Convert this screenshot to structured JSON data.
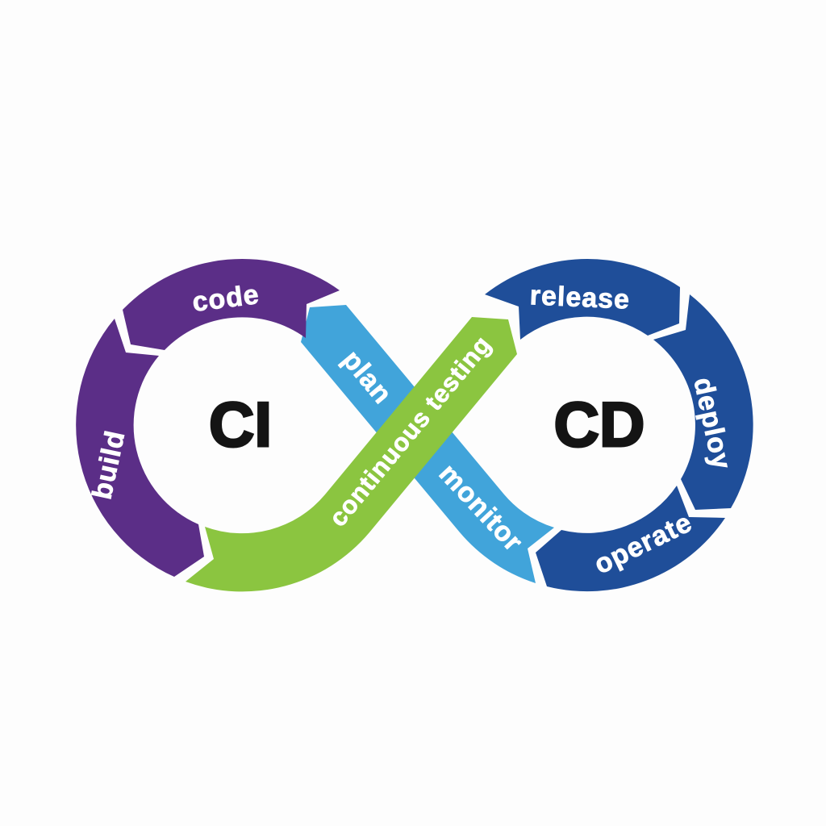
{
  "diagram": {
    "type": "cicd-infinity-loop",
    "left_loop": {
      "title": "CI",
      "segments": [
        "code",
        "build"
      ]
    },
    "right_loop": {
      "title": "CD",
      "segments": [
        "release",
        "deploy",
        "operate"
      ]
    },
    "labels": {
      "code": "code",
      "build": "build",
      "plan": "plan",
      "continuous_testing": "continuous testing",
      "monitor": "monitor",
      "release": "release",
      "deploy": "deploy",
      "operate": "operate"
    },
    "flow_order": [
      "plan",
      "code",
      "build",
      "continuous testing",
      "release",
      "deploy",
      "operate",
      "monitor"
    ],
    "colors": {
      "purple": "#5B2E87",
      "dark_blue": "#1F4E99",
      "light_blue": "#41A4DA",
      "green": "#8BC540",
      "background": "#FDFDFD",
      "label_text": "#FFFFFF",
      "center_text": "#141414"
    }
  }
}
